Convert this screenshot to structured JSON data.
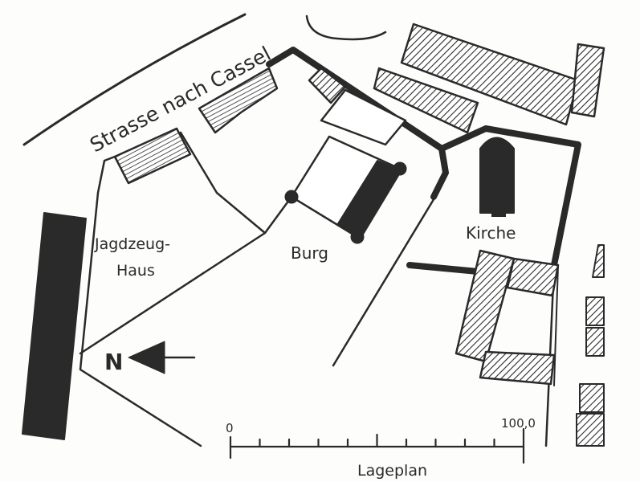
{
  "labels": {
    "road": "Strasse nach Cassel",
    "hunting_house_line1": "Jagdzeug-",
    "hunting_house_line2": "Haus",
    "castle": "Burg",
    "church": "Kirche",
    "north": "N"
  },
  "scale": {
    "start": "0",
    "end": "100,0",
    "title": "Lageplan",
    "divisions": 10
  },
  "colors": {
    "ink": "#2a2a2a",
    "paper": "#fdfdfb"
  }
}
